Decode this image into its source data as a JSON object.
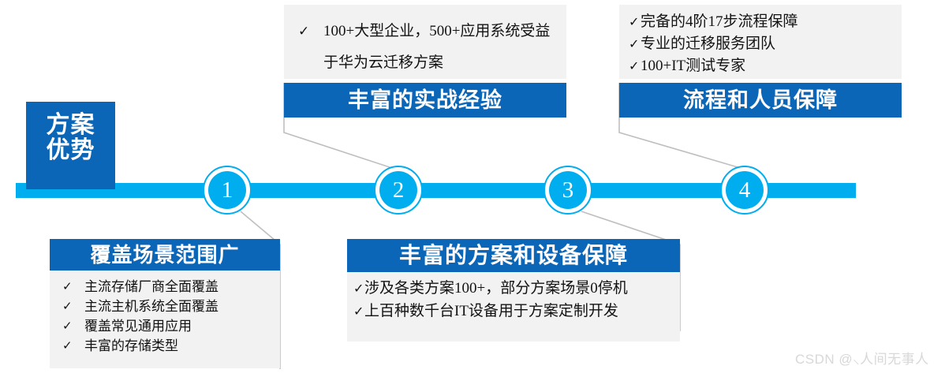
{
  "badge": {
    "line1": "方案",
    "line2": "优势"
  },
  "timeline": {
    "nodes": [
      {
        "number": "1"
      },
      {
        "number": "2"
      },
      {
        "number": "3"
      },
      {
        "number": "4"
      }
    ]
  },
  "cards": [
    {
      "id": "card-coverage",
      "title": "覆盖场景范围广",
      "tick": "✓",
      "bullets": [
        "主流存储厂商全面覆盖",
        "主流主机系统全面覆盖",
        "覆盖常见通用应用",
        "丰富的存储类型"
      ]
    },
    {
      "id": "card-experience",
      "title": "丰富的实战经验",
      "tick": "✓",
      "bullets": [
        "100+大型企业，500+应用系统受益于华为云迁移方案"
      ]
    },
    {
      "id": "card-solution-equipment",
      "title": "丰富的方案和设备保障",
      "tick": "✓",
      "bullets": [
        "涉及各类方案100+，部分方案场景0停机",
        "上百种数千台IT设备用于方案定制开发"
      ]
    },
    {
      "id": "card-process-staff",
      "title": "流程和人员保障",
      "tick": "✓",
      "bullets": [
        "完备的4阶17步流程保障",
        "专业的迁移服务团队",
        "100+IT测试专家"
      ]
    }
  ],
  "watermark": "CSDN @⸜人间无事人",
  "colors": {
    "brand_dark_blue": "#0B66B8",
    "brand_light_blue": "#00AEEF",
    "panel_gray": "#F2F2F2",
    "connector_gray": "#BFBFBF",
    "watermark_gray": "#D8D8D8"
  }
}
